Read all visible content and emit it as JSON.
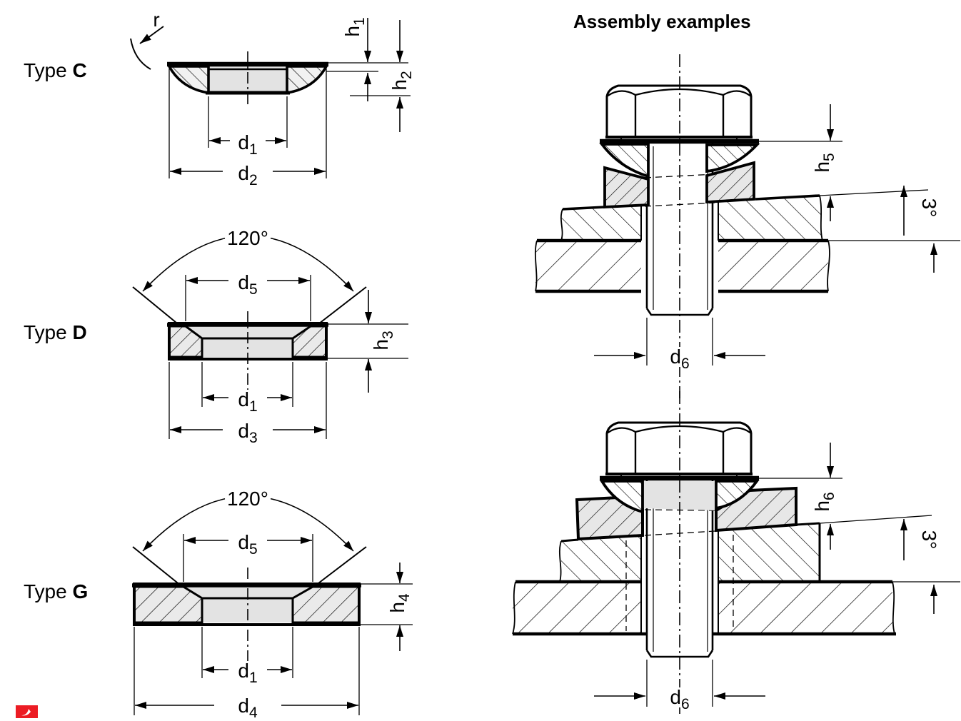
{
  "title": "Assembly examples",
  "figures": {
    "type_c": {
      "prefix": "Type ",
      "letter": "C"
    },
    "type_d": {
      "prefix": "Type ",
      "letter": "D"
    },
    "type_g": {
      "prefix": "Type ",
      "letter": "G"
    }
  },
  "dims": {
    "r": "r",
    "angle_cone": "120°",
    "angle_tilt": "3°",
    "d1": {
      "base": "d",
      "sub": "1"
    },
    "d2": {
      "base": "d",
      "sub": "2"
    },
    "d3": {
      "base": "d",
      "sub": "3"
    },
    "d4": {
      "base": "d",
      "sub": "4"
    },
    "d5": {
      "base": "d",
      "sub": "5"
    },
    "d6": {
      "base": "d",
      "sub": "6"
    },
    "h1": {
      "base": "h",
      "sub": "1"
    },
    "h2": {
      "base": "h",
      "sub": "2"
    },
    "h3": {
      "base": "h",
      "sub": "3"
    },
    "h4": {
      "base": "h",
      "sub": "4"
    },
    "h5": {
      "base": "h",
      "sub": "5"
    },
    "h6": {
      "base": "h",
      "sub": "6"
    }
  },
  "colors": {
    "ink": "#000000",
    "washer_gray": "#eaeaea",
    "recess_gray": "#e3e3e3",
    "badge_red": "#ec1c24"
  }
}
